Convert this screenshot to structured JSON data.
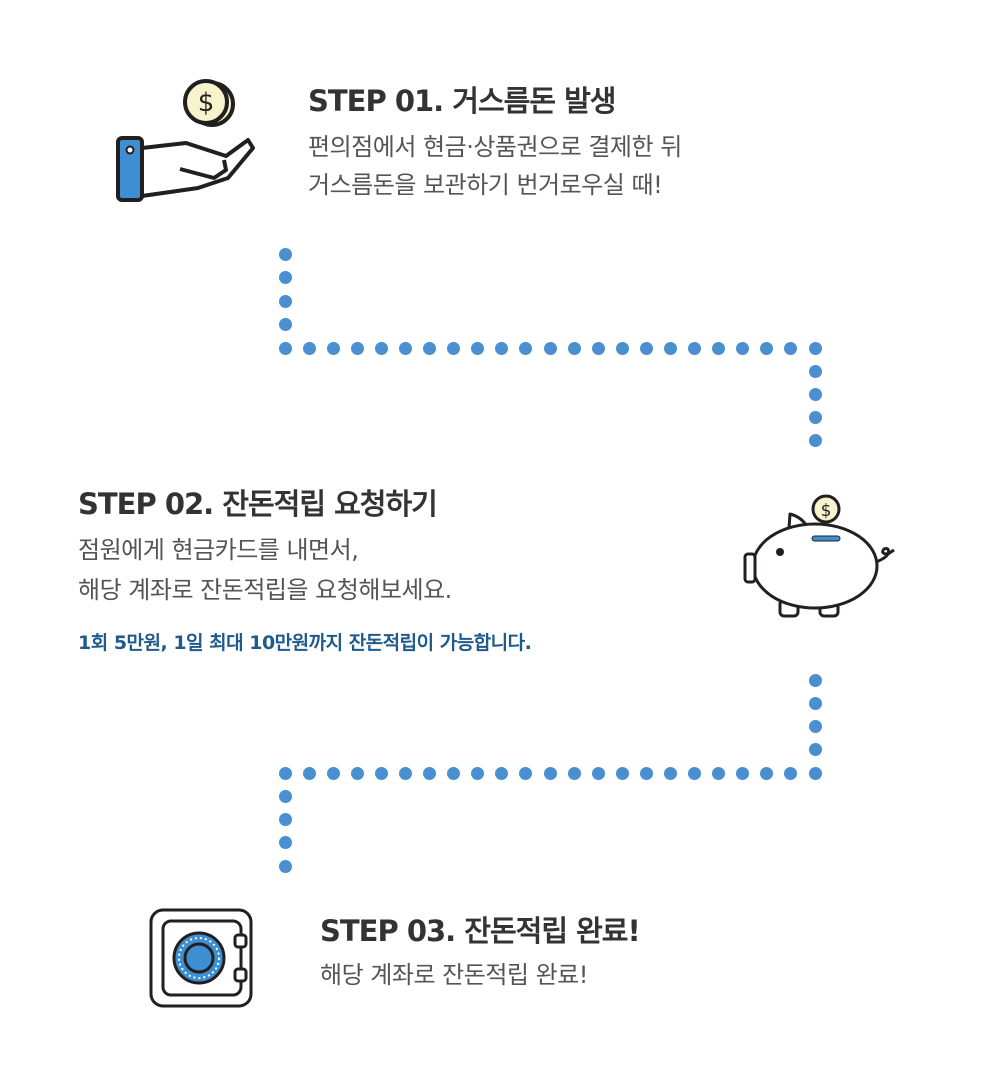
{
  "colors": {
    "accent": "#4a8fcf",
    "note": "#1f5a8c",
    "coin": "#f7f3cc"
  },
  "steps": [
    {
      "title": "STEP 01. 거스름돈 발생",
      "lines": [
        "편의점에서 현금·상품권으로 결제한 뒤",
        "거스름돈을 보관하기 번거로우실 때!"
      ],
      "icon": "hand-coin-icon"
    },
    {
      "title": "STEP 02.  잔돈적립 요청하기",
      "lines": [
        "점원에게 현금카드를 내면서,",
        "해당 계좌로 잔돈적립을 요청해보세요."
      ],
      "note": "1회 5만원, 1일 최대 10만원까지 잔돈적립이 가능합니다.",
      "icon": "piggy-bank-icon"
    },
    {
      "title": "STEP 03. 잔돈적립 완료!",
      "lines": [
        "해당 계좌로 잔돈적립 완료!"
      ],
      "icon": "safe-icon"
    }
  ]
}
